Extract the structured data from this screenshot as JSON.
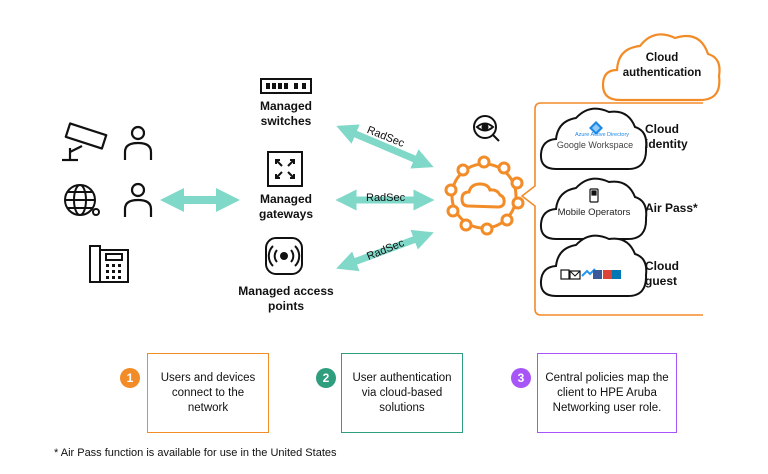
{
  "colors": {
    "orange": "#F28C28",
    "teal": "#7FD8C8",
    "green": "#2E9E7E",
    "purple": "#A855F7",
    "dark": "#111111"
  },
  "devices": {
    "switches": "Managed switches",
    "gateways": "Managed gateways",
    "access_points": "Managed access points"
  },
  "radsec": [
    "RadSec",
    "RadSec",
    "RadSec"
  ],
  "cloud_auth": "Cloud authentication",
  "services": {
    "identity": {
      "label": "Cloud identity",
      "azure": "Azure Active Directory",
      "google": "Google Workspace"
    },
    "airpass": {
      "label": "Air Pass*",
      "inner": "Mobile Operators"
    },
    "guest": {
      "label": "Cloud guest"
    }
  },
  "steps": [
    {
      "num": "1",
      "text": "Users and devices connect to the network"
    },
    {
      "num": "2",
      "text": "User authentication via cloud-based solutions"
    },
    {
      "num": "3",
      "text": "Central policies map the client to HPE Aruba Networking user role."
    }
  ],
  "footnote": "* Air Pass function is available for use in the United States",
  "icons": [
    "camera-icon",
    "user-icon",
    "globe-icon",
    "phone-icon",
    "switch-icon",
    "gateway-icon",
    "access-point-icon",
    "search-eye-icon",
    "network-hub-icon"
  ]
}
